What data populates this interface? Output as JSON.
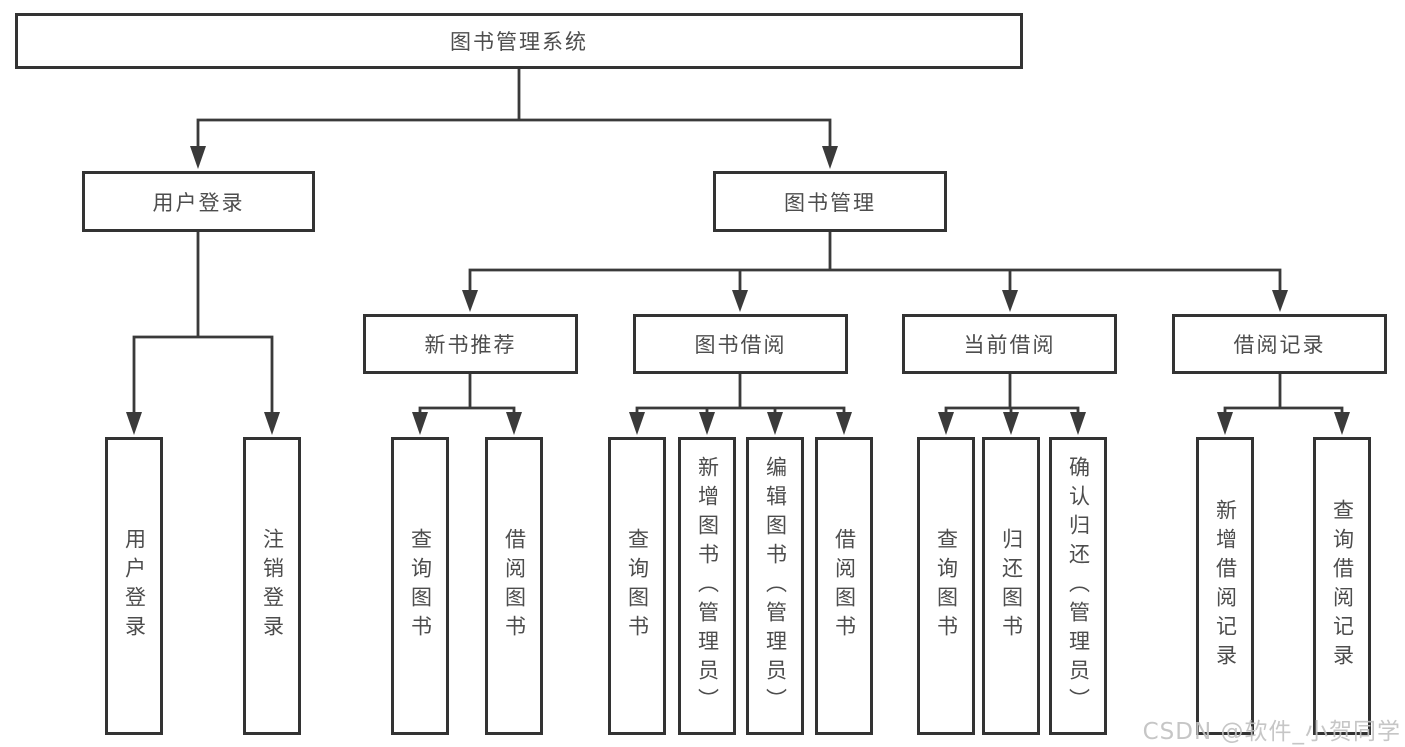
{
  "diagram": {
    "colors": {
      "line": "#3a3a3a",
      "border": "#333333",
      "text": "#4d4d4d",
      "watermark": "#c2c2c2",
      "background": "#ffffff"
    },
    "tree": {
      "root": "图书管理系统",
      "children": [
        {
          "label": "用户登录",
          "leaves": [
            "用户登录",
            "注销登录"
          ]
        },
        {
          "label": "图书管理",
          "children": [
            {
              "label": "新书推荐",
              "leaves": [
                "查询图书",
                "借阅图书"
              ]
            },
            {
              "label": "图书借阅",
              "leaves": [
                "查询图书",
                "新增图书（管理员）",
                "编辑图书（管理员）",
                "借阅图书"
              ]
            },
            {
              "label": "当前借阅",
              "leaves": [
                "查询图书",
                "归还图书",
                "确认归还（管理员）"
              ]
            },
            {
              "label": "借阅记录",
              "leaves": [
                "新增借阅记录",
                "查询借阅记录"
              ]
            }
          ]
        }
      ]
    },
    "watermark": "CSDN @软件_小贺同学"
  }
}
